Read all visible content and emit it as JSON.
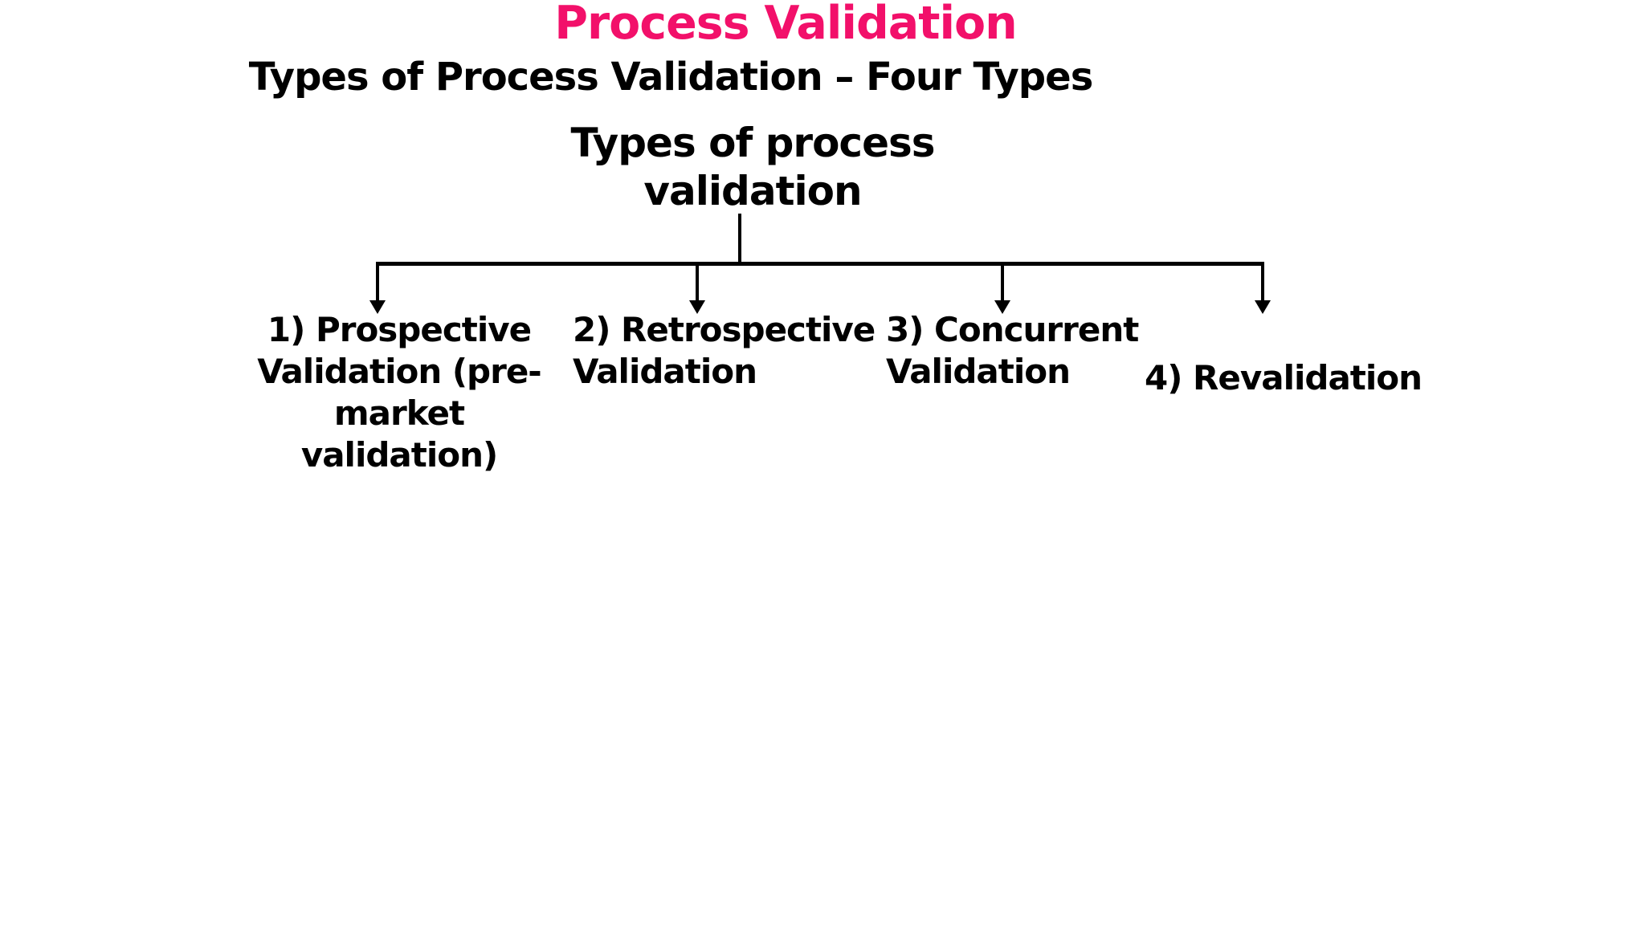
{
  "slide": {
    "title": "Process Validation",
    "subtitle": "Types of Process Validation – Four Types",
    "colors": {
      "title": "#F2106A",
      "text": "#000000",
      "background": "#FFFFFF",
      "connector": "#000000"
    }
  },
  "diagram": {
    "root_label": "Types of process\nvalidation",
    "branches": [
      {
        "label": "1) Prospective\nValidation (pre-\nmarket\nvalidation)"
      },
      {
        "label": "2) Retrospective\nValidation"
      },
      {
        "label": "3) Concurrent\nValidation"
      },
      {
        "label": "4) Revalidation"
      }
    ]
  }
}
